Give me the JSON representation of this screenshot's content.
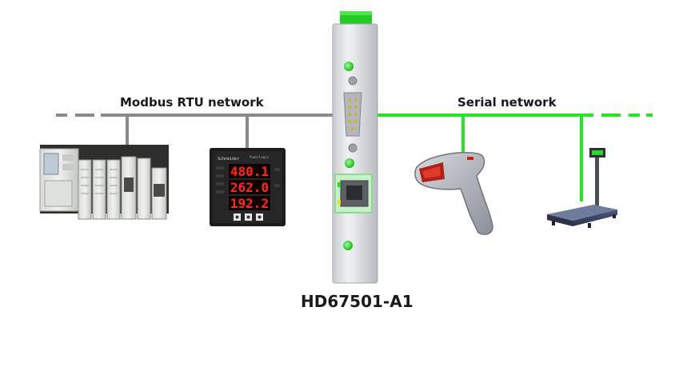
{
  "diagram": {
    "left_network_label": "Modbus RTU network",
    "right_network_label": "Serial network",
    "gateway_label": "HD67501-A1",
    "left_bus_color": "#8a8a8a",
    "right_bus_color": "#22e822",
    "gateway_connector_color": "#22cc22",
    "left_devices": [
      "plc-rack",
      "power-meter"
    ],
    "right_devices": [
      "barcode-scanner",
      "weighing-scale"
    ],
    "power_meter": {
      "readings": [
        "480.1",
        "262.0",
        "192.2"
      ]
    }
  }
}
